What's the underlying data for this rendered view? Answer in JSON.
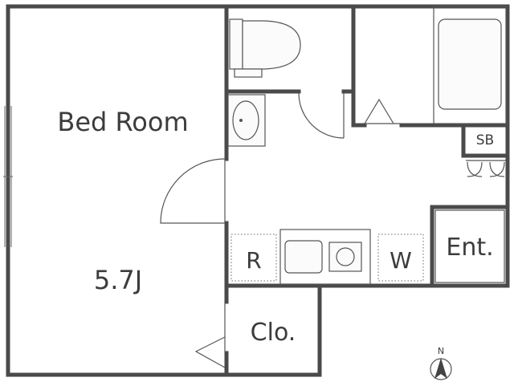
{
  "rooms": {
    "bedroom": {
      "name": "Bed Room",
      "size": "5.7J"
    },
    "closet": {
      "label": "Clo."
    },
    "entrance": {
      "label": "Ent."
    },
    "shoe_box": {
      "label": "SB"
    },
    "refrigerator": {
      "label": "R"
    },
    "washer": {
      "label": "W"
    }
  },
  "compass": {
    "label": "N"
  }
}
